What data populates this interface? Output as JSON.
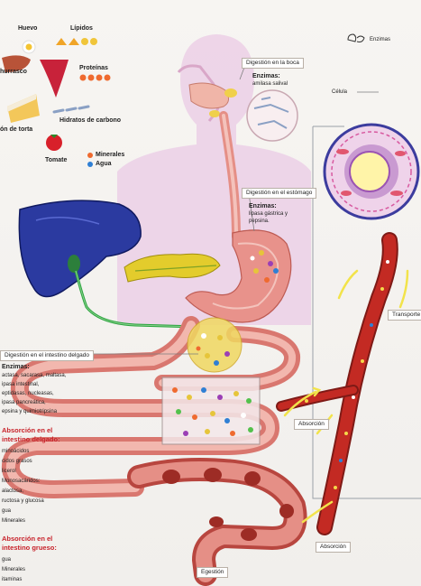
{
  "legend": {
    "huevo": "Huevo",
    "lipidos": "Lípidos",
    "churrasco": "hurrasco",
    "proteinas": "Proteínas",
    "torta": "ón de torta",
    "hidratos": "Hidratos de carbono",
    "tomate": "Tomate",
    "minerales": "Minerales",
    "agua": "Agua"
  },
  "key": {
    "enzimas": "Enzimas"
  },
  "cell": {
    "label": "Célula"
  },
  "mouth": {
    "title": "Digestión en la boca",
    "enz_title": "Enzimas:",
    "enz": "amilasa salival"
  },
  "stomach": {
    "title": "Digestión en el estómago",
    "enz_title": "Enzimas:",
    "enz_lines": [
      "lipasa gástrica y",
      "pepsina."
    ]
  },
  "small_intestine": {
    "title": "Digestión en el intestino delgado",
    "enz_title": "Enzimas:",
    "enz_lines": [
      "actasa, sacarasa, maltasa,",
      "ipasa intestinal,",
      "eptidasas, nucleasas,",
      "ipasa pancreática,",
      "epsina y quimiotripsina"
    ],
    "abs_title_1": "Absorción en el",
    "abs_title_2": "intestino delgado:",
    "abs_lines": [
      "minoácidos",
      "cidos grasos",
      "licerol",
      "Monosacáridos:",
      "alactosa,",
      "ructosa y glucosa",
      "gua",
      "Minerales"
    ]
  },
  "large_intestine": {
    "abs_title_1": "Absorción en el",
    "abs_title_2": "intestino grueso:",
    "abs_lines": [
      "gua",
      "Minerales",
      "itaminas"
    ]
  },
  "labels": {
    "absorcion_1": "Absorción",
    "absorcion_2": "Absorción",
    "transport": "Transporte",
    "egestion": "Egestión"
  },
  "colors": {
    "body": "#e8cce3",
    "intestine": "#e58f86",
    "liver": "#2b3aa0",
    "pancreas": "#e3cc2c",
    "blood": "#c32a23",
    "arrow": "#f2e34a"
  }
}
